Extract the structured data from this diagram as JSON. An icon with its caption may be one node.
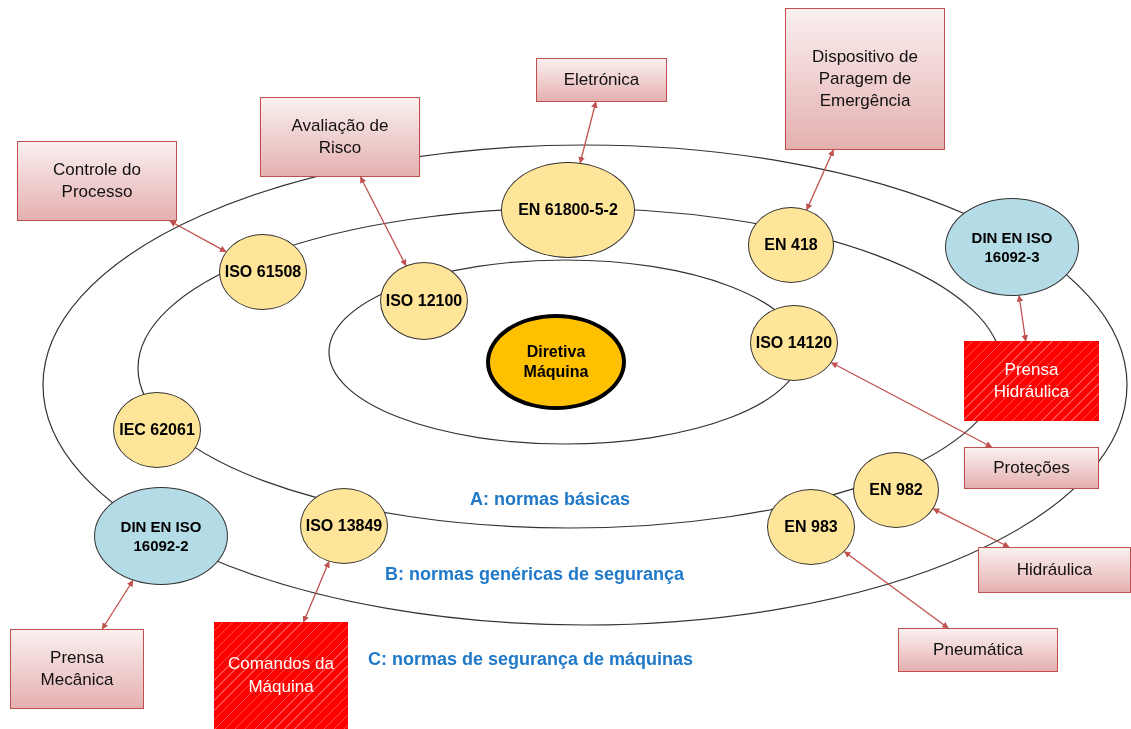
{
  "diagram": {
    "nodes": [
      {
        "text": [
          "Dispositivo de Paragem de Emergência"
        ]
      },
      {
        "text": [
          "Eletrónica"
        ]
      },
      {
        "text": [
          "Avaliação de Risco"
        ]
      },
      {
        "text": [
          "Controle do Processo"
        ]
      },
      {
        "text": [
          "EN 61800-5-2"
        ]
      },
      {
        "text": [
          "EN 418"
        ]
      },
      {
        "text": [
          "DIN EN ISO 16092-3"
        ]
      },
      {
        "text": [
          "ISO 61508"
        ]
      },
      {
        "text": [
          "ISO 12100"
        ]
      },
      {
        "text": [
          "Diretiva Máquina"
        ]
      },
      {
        "text": [
          "ISO 14120"
        ]
      },
      {
        "text": [
          "Prensa Hidráulica"
        ]
      },
      {
        "text": [
          "IEC 62061"
        ]
      },
      {
        "text": [
          "Proteções"
        ]
      },
      {
        "text": [
          "EN 982"
        ]
      },
      {
        "text": [
          "DIN EN ISO 16092-2"
        ]
      },
      {
        "text": [
          "ISO 13849"
        ]
      },
      {
        "text": [
          "EN 983"
        ]
      },
      {
        "text": [
          "Hidráulica"
        ]
      },
      {
        "text": [
          "Pneumática"
        ]
      },
      {
        "text": [
          "Prensa Mecânica"
        ]
      },
      {
        "text": [
          "Comandos da Máquina"
        ]
      }
    ],
    "edges": [
      {
        "from": 1,
        "to": 4,
        "arrow": "both"
      },
      {
        "from": 0,
        "to": 5,
        "arrow": "both"
      },
      {
        "from": 2,
        "to": 8,
        "arrow": "both"
      },
      {
        "from": 3,
        "to": 7,
        "arrow": "both"
      },
      {
        "from": 6,
        "to": 11,
        "arrow": "both"
      },
      {
        "from": 10,
        "to": 13,
        "arrow": "both"
      },
      {
        "from": 14,
        "to": 18,
        "arrow": "both"
      },
      {
        "from": 17,
        "to": 19,
        "arrow": "both"
      },
      {
        "from": 15,
        "to": 20,
        "arrow": "both"
      },
      {
        "from": 16,
        "to": 21,
        "arrow": "both"
      }
    ],
    "labels": [
      "A: normas básicas",
      "B: normas genéricas de segurança",
      "C: normas de segurança de máquinas"
    ]
  }
}
